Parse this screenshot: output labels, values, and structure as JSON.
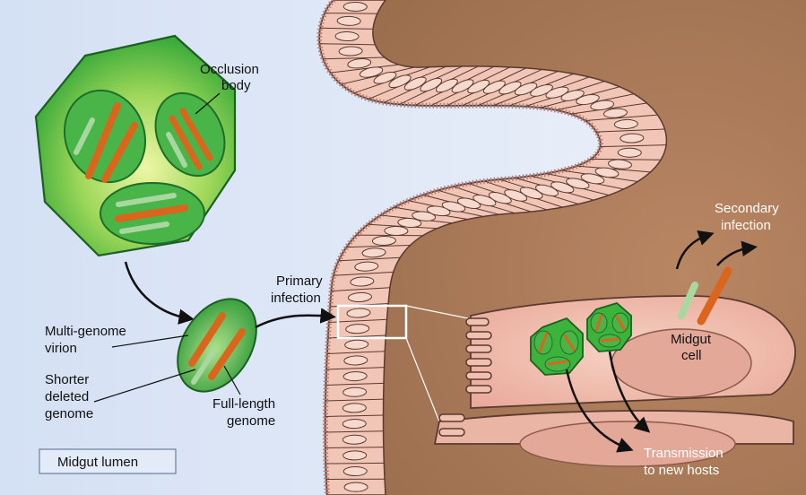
{
  "labels": {
    "occlusion_body": [
      "Occlusion",
      "body"
    ],
    "multi_genome_virion": [
      "Multi-genome",
      "virion"
    ],
    "shorter_deleted_genome": [
      "Shorter",
      "deleted",
      "genome"
    ],
    "full_length_genome": [
      "Full-length",
      "genome"
    ],
    "primary_infection": [
      "Primary",
      "infection"
    ],
    "secondary_infection": [
      "Secondary",
      "infection"
    ],
    "midgut_cell": [
      "Midgut",
      "cell"
    ],
    "transmission": [
      "Transmission",
      "to new hosts"
    ],
    "midgut_lumen": "Midgut lumen"
  },
  "colors": {
    "lumen_bg": "#dde6f6",
    "tissue_bg": "#a87a58",
    "cell_fill": "#f0c0b0",
    "cell_outline": "#5a3a30",
    "occlusion_green": "#3cb43c",
    "occlusion_light": "#e4f0a0",
    "virion_green": "#2f9a37",
    "genome_full": "#d9661c",
    "genome_short": "#a8d8a0"
  }
}
